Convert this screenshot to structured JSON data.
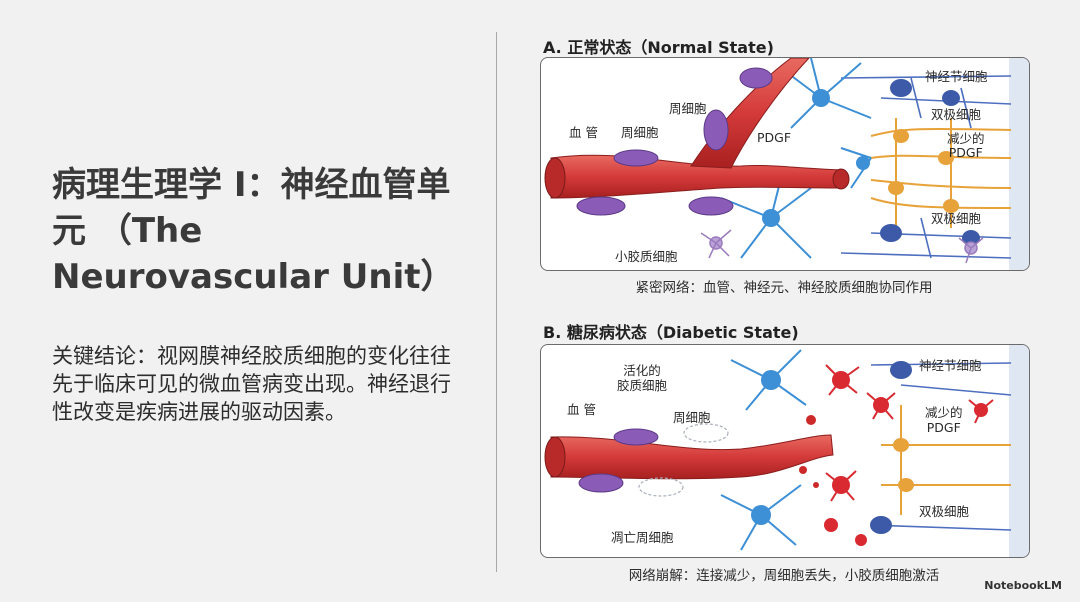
{
  "slide": {
    "title": "病理生理学 I：神经血管单元 （The Neurovascular Unit）",
    "conclusion": "关键结论：视网膜神经胶质细胞的变化往往先于临床可见的微血管病变出现。神经退行性改变是疾病进展的驱动因素。"
  },
  "panel_a": {
    "title": "A. 正常状态（Normal State)",
    "labels": {
      "vessel": "血 管",
      "pericyte_left": "周细胞",
      "pericyte_top": "周细胞",
      "pdgf": "PDGF",
      "ganglion": "神经节细胞",
      "bipolar_top": "双极细胞",
      "reduced_pdgf": "减少的\nPDGF",
      "bipolar_bottom": "双极细胞",
      "microglia": "小胶质细胞"
    },
    "caption": "紧密网络：血管、神经元、神经胶质细胞协同作用"
  },
  "panel_b": {
    "title": "B. 糖尿病状态（Diabetic State)",
    "labels": {
      "vessel": "血 管",
      "activated_glia": "活化的\n胶质细胞",
      "pericyte": "周细胞",
      "ganglion": "神经节细胞",
      "reduced_pdgf": "减少的\nPDGF",
      "bipolar": "双极细胞",
      "dead_pericyte": "凋亡周细胞"
    },
    "caption": "网络崩解：连接减少，周细胞丢失，小胶质细胞激活"
  },
  "brand": "NotebookLM",
  "colors": {
    "vessel": "#d43a3a",
    "pericyte": "#8a5cb8",
    "glia": "#3d8fd6",
    "neuron": "#3c5aa8",
    "bipolar": "#e8a23a",
    "activated_microglia": "#d92a32"
  }
}
